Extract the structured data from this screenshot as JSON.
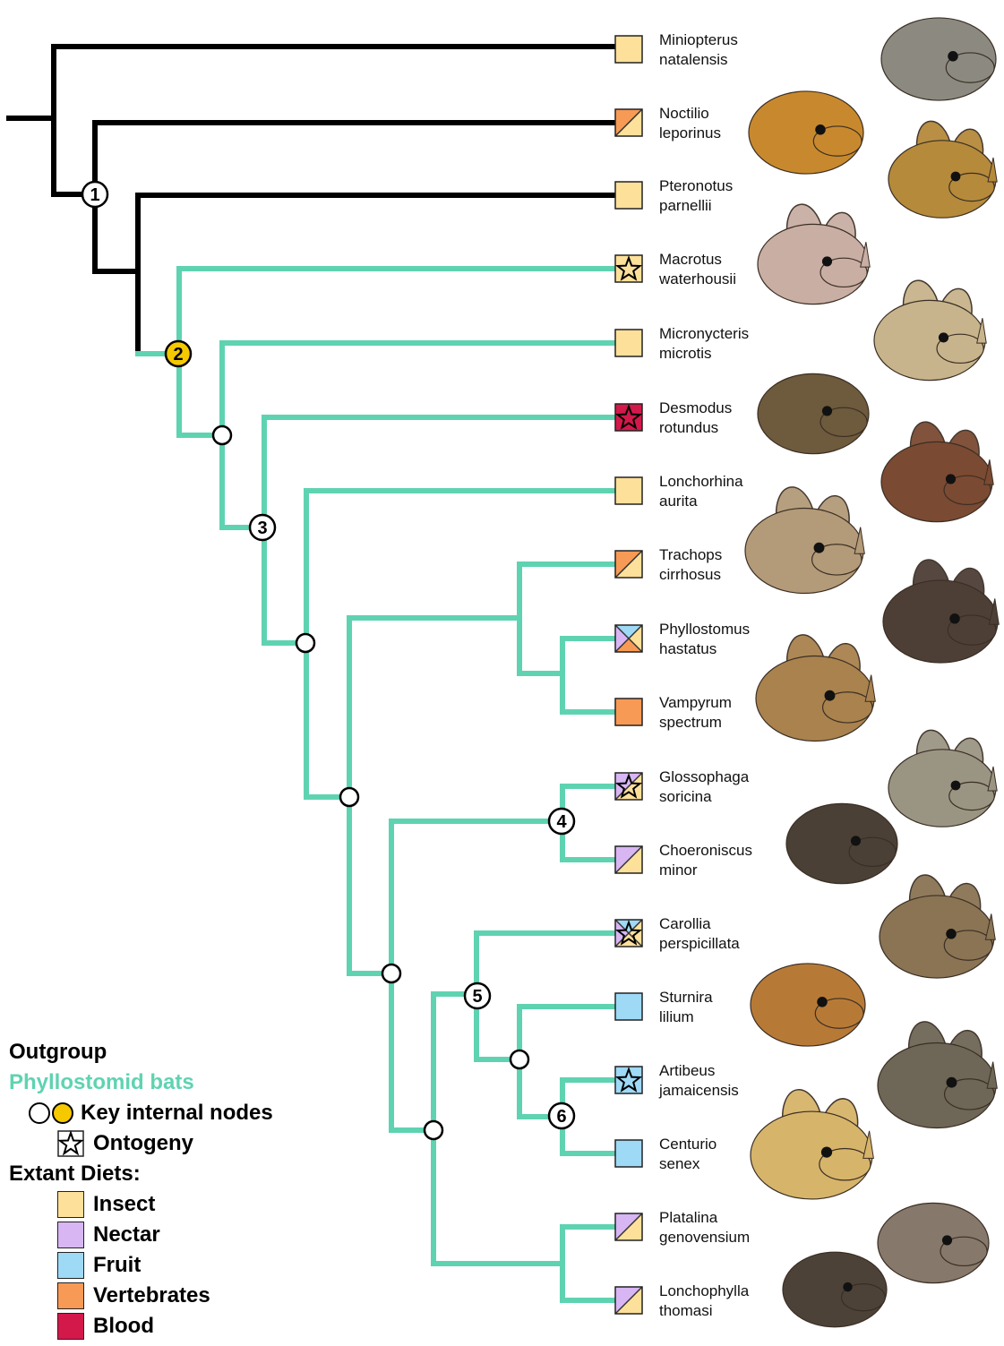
{
  "colors": {
    "outgroup": "#000000",
    "phyllostomid": "#5fd3b1",
    "insect": "#fde09a",
    "nectar": "#d7b6f3",
    "fruit": "#9ed9f6",
    "vertebrates": "#f79a55",
    "blood": "#d3184a",
    "key_node_yellow": "#f5c800"
  },
  "taxa": [
    {
      "genus": "Miniopterus",
      "species": "natalensis",
      "diet": [
        "insect"
      ],
      "ontogeny": false
    },
    {
      "genus": "Noctilio",
      "species": "leporinus",
      "diet": [
        "vertebrates",
        "insect"
      ],
      "ontogeny": false
    },
    {
      "genus": "Pteronotus",
      "species": "parnellii",
      "diet": [
        "insect"
      ],
      "ontogeny": false
    },
    {
      "genus": "Macrotus",
      "species": "waterhousii",
      "diet": [
        "insect"
      ],
      "ontogeny": true
    },
    {
      "genus": "Micronycteris",
      "species": "microtis",
      "diet": [
        "insect"
      ],
      "ontogeny": false
    },
    {
      "genus": "Desmodus",
      "species": "rotundus",
      "diet": [
        "blood"
      ],
      "ontogeny": true
    },
    {
      "genus": "Lonchorhina",
      "species": "aurita",
      "diet": [
        "insect"
      ],
      "ontogeny": false
    },
    {
      "genus": "Trachops",
      "species": "cirrhosus",
      "diet": [
        "vertebrates",
        "insect"
      ],
      "ontogeny": false
    },
    {
      "genus": "Phyllostomus",
      "species": "hastatus",
      "diet": [
        "nectar",
        "fruit",
        "insect",
        "vertebrates"
      ],
      "ontogeny": false
    },
    {
      "genus": "Vampyrum",
      "species": "spectrum",
      "diet": [
        "vertebrates"
      ],
      "ontogeny": false
    },
    {
      "genus": "Glossophaga",
      "species": "soricina",
      "diet": [
        "nectar",
        "insect"
      ],
      "ontogeny": true
    },
    {
      "genus": "Choeroniscus",
      "species": "minor",
      "diet": [
        "nectar",
        "insect"
      ],
      "ontogeny": false
    },
    {
      "genus": "Carollia",
      "species": "perspicillata",
      "diet": [
        "nectar",
        "fruit",
        "insect",
        "insect"
      ],
      "ontogeny": true
    },
    {
      "genus": "Sturnira",
      "species": "lilium",
      "diet": [
        "fruit"
      ],
      "ontogeny": false
    },
    {
      "genus": "Artibeus",
      "species": "jamaicensis",
      "diet": [
        "fruit"
      ],
      "ontogeny": true
    },
    {
      "genus": "Centurio",
      "species": "senex",
      "diet": [
        "fruit"
      ],
      "ontogeny": false
    },
    {
      "genus": "Platalina",
      "species": "genovensium",
      "diet": [
        "nectar",
        "insect"
      ],
      "ontogeny": false
    },
    {
      "genus": "Lonchophylla",
      "species": "thomasi",
      "diet": [
        "nectar",
        "insect"
      ],
      "ontogeny": false
    }
  ],
  "node_labels": [
    "1",
    "2",
    "3",
    "4",
    "5",
    "6"
  ],
  "legend": {
    "outgroup": "Outgroup",
    "phyllostomid": "Phyllostomid bats",
    "key_nodes": "Key internal nodes",
    "ontogeny": "Ontogeny",
    "diets_title": "Extant Diets:",
    "diets": [
      {
        "key": "insect",
        "label": "Insect",
        "color": "#fde09a"
      },
      {
        "key": "nectar",
        "label": "Nectar",
        "color": "#d7b6f3"
      },
      {
        "key": "fruit",
        "label": "Fruit",
        "color": "#9ed9f6"
      },
      {
        "key": "vertebrates",
        "label": "Vertebrates",
        "color": "#f79a55"
      },
      {
        "key": "blood",
        "label": "Blood",
        "color": "#d3184a"
      }
    ]
  },
  "illustrations": [
    {
      "name": "miniopterus-head-illustration",
      "color": "#8c8a80"
    },
    {
      "name": "noctilio-head-illustration",
      "color": "#c8892e"
    },
    {
      "name": "pteronotus-head-illustration",
      "color": "#b58a3b"
    },
    {
      "name": "macrotus-head-illustration",
      "color": "#c9aea4"
    },
    {
      "name": "micronycteris-head-illustration",
      "color": "#c8b48c"
    },
    {
      "name": "desmodus-head-illustration",
      "color": "#6e5a3c"
    },
    {
      "name": "lonchorhina-head-illustration",
      "color": "#7b4a32"
    },
    {
      "name": "trachops-head-illustration",
      "color": "#b39a78"
    },
    {
      "name": "phyllostomus-head-illustration",
      "color": "#4d3f36"
    },
    {
      "name": "vampyrum-head-illustration",
      "color": "#a9824e"
    },
    {
      "name": "glossophaga-head-illustration",
      "color": "#9a9583"
    },
    {
      "name": "choeroniscus-head-illustration",
      "color": "#4a4036"
    },
    {
      "name": "carollia-head-illustration",
      "color": "#8a7454"
    },
    {
      "name": "sturnira-head-illustration",
      "color": "#b77a36"
    },
    {
      "name": "artibeus-head-illustration",
      "color": "#6e6656"
    },
    {
      "name": "centurio-head-illustration",
      "color": "#d6b46a"
    },
    {
      "name": "platalina-head-illustration",
      "color": "#86786a"
    },
    {
      "name": "lonchophylla-head-illustration",
      "color": "#4d4238"
    }
  ]
}
